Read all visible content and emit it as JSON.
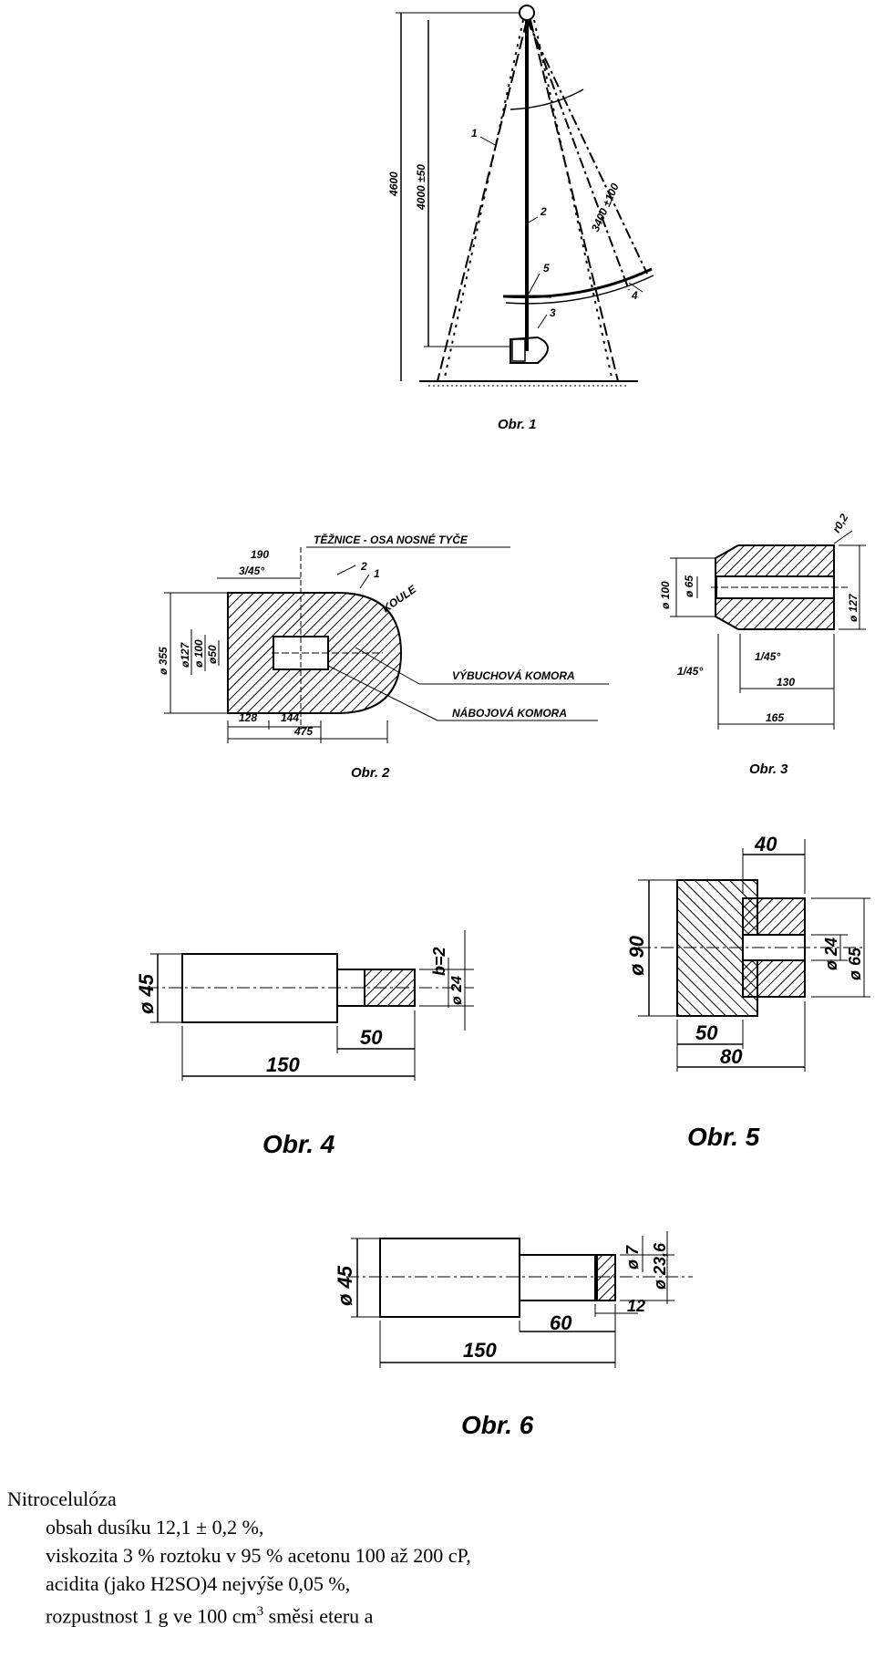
{
  "fig1": {
    "caption": "Obr. 1",
    "dims": [
      "4600",
      "4000 ±50",
      "3400 ±100"
    ],
    "parts": [
      "1",
      "2",
      "3",
      "4",
      "5"
    ]
  },
  "fig2": {
    "caption": "Obr. 2",
    "dims": [
      "190",
      "3/45°",
      "ø 355",
      "ø127",
      "ø 100",
      "ø50",
      "128",
      "144",
      "475"
    ],
    "parts": [
      "2",
      "1"
    ],
    "labels": {
      "tezn": "TĚŽNICE - OSA NOSNÉ TYČE",
      "koule": "KOULE",
      "vybuch": "VÝBUCHOVÁ KOMORA",
      "naboj": "NÁBOJOVÁ KOMORA"
    }
  },
  "fig3": {
    "caption": "Obr. 3",
    "dims": [
      "ø 100",
      "ø 65",
      "1/45°",
      "1/45°",
      "130",
      "165",
      "ø 127",
      "r0,2"
    ]
  },
  "fig4": {
    "caption": "Obr. 4",
    "dims": [
      "ø 45",
      "50",
      "150",
      "b=2",
      "ø 24"
    ]
  },
  "fig5": {
    "caption": "Obr. 5",
    "dims": [
      "40",
      "ø 90",
      "50",
      "80",
      "ø 24",
      "ø 65"
    ]
  },
  "fig6": {
    "caption": "Obr. 6",
    "dims": [
      "ø 45",
      "ø 7",
      "ø 23,6",
      "60",
      "12",
      "150"
    ]
  },
  "text": {
    "title": "Nitrocelulóza",
    "line1": "obsah dusíku 12,1 ± 0,2 %,",
    "line2": "viskozita 3 % roztoku v 95 % acetonu 100 až 200 cP,",
    "line3": "acidita (jako H2SO)4 nejvýše 0,05 %,",
    "line4_pre": "rozpustnost 1 g ve 100 cm",
    "line4_sup": "3",
    "line4_post": " směsi eteru a"
  }
}
